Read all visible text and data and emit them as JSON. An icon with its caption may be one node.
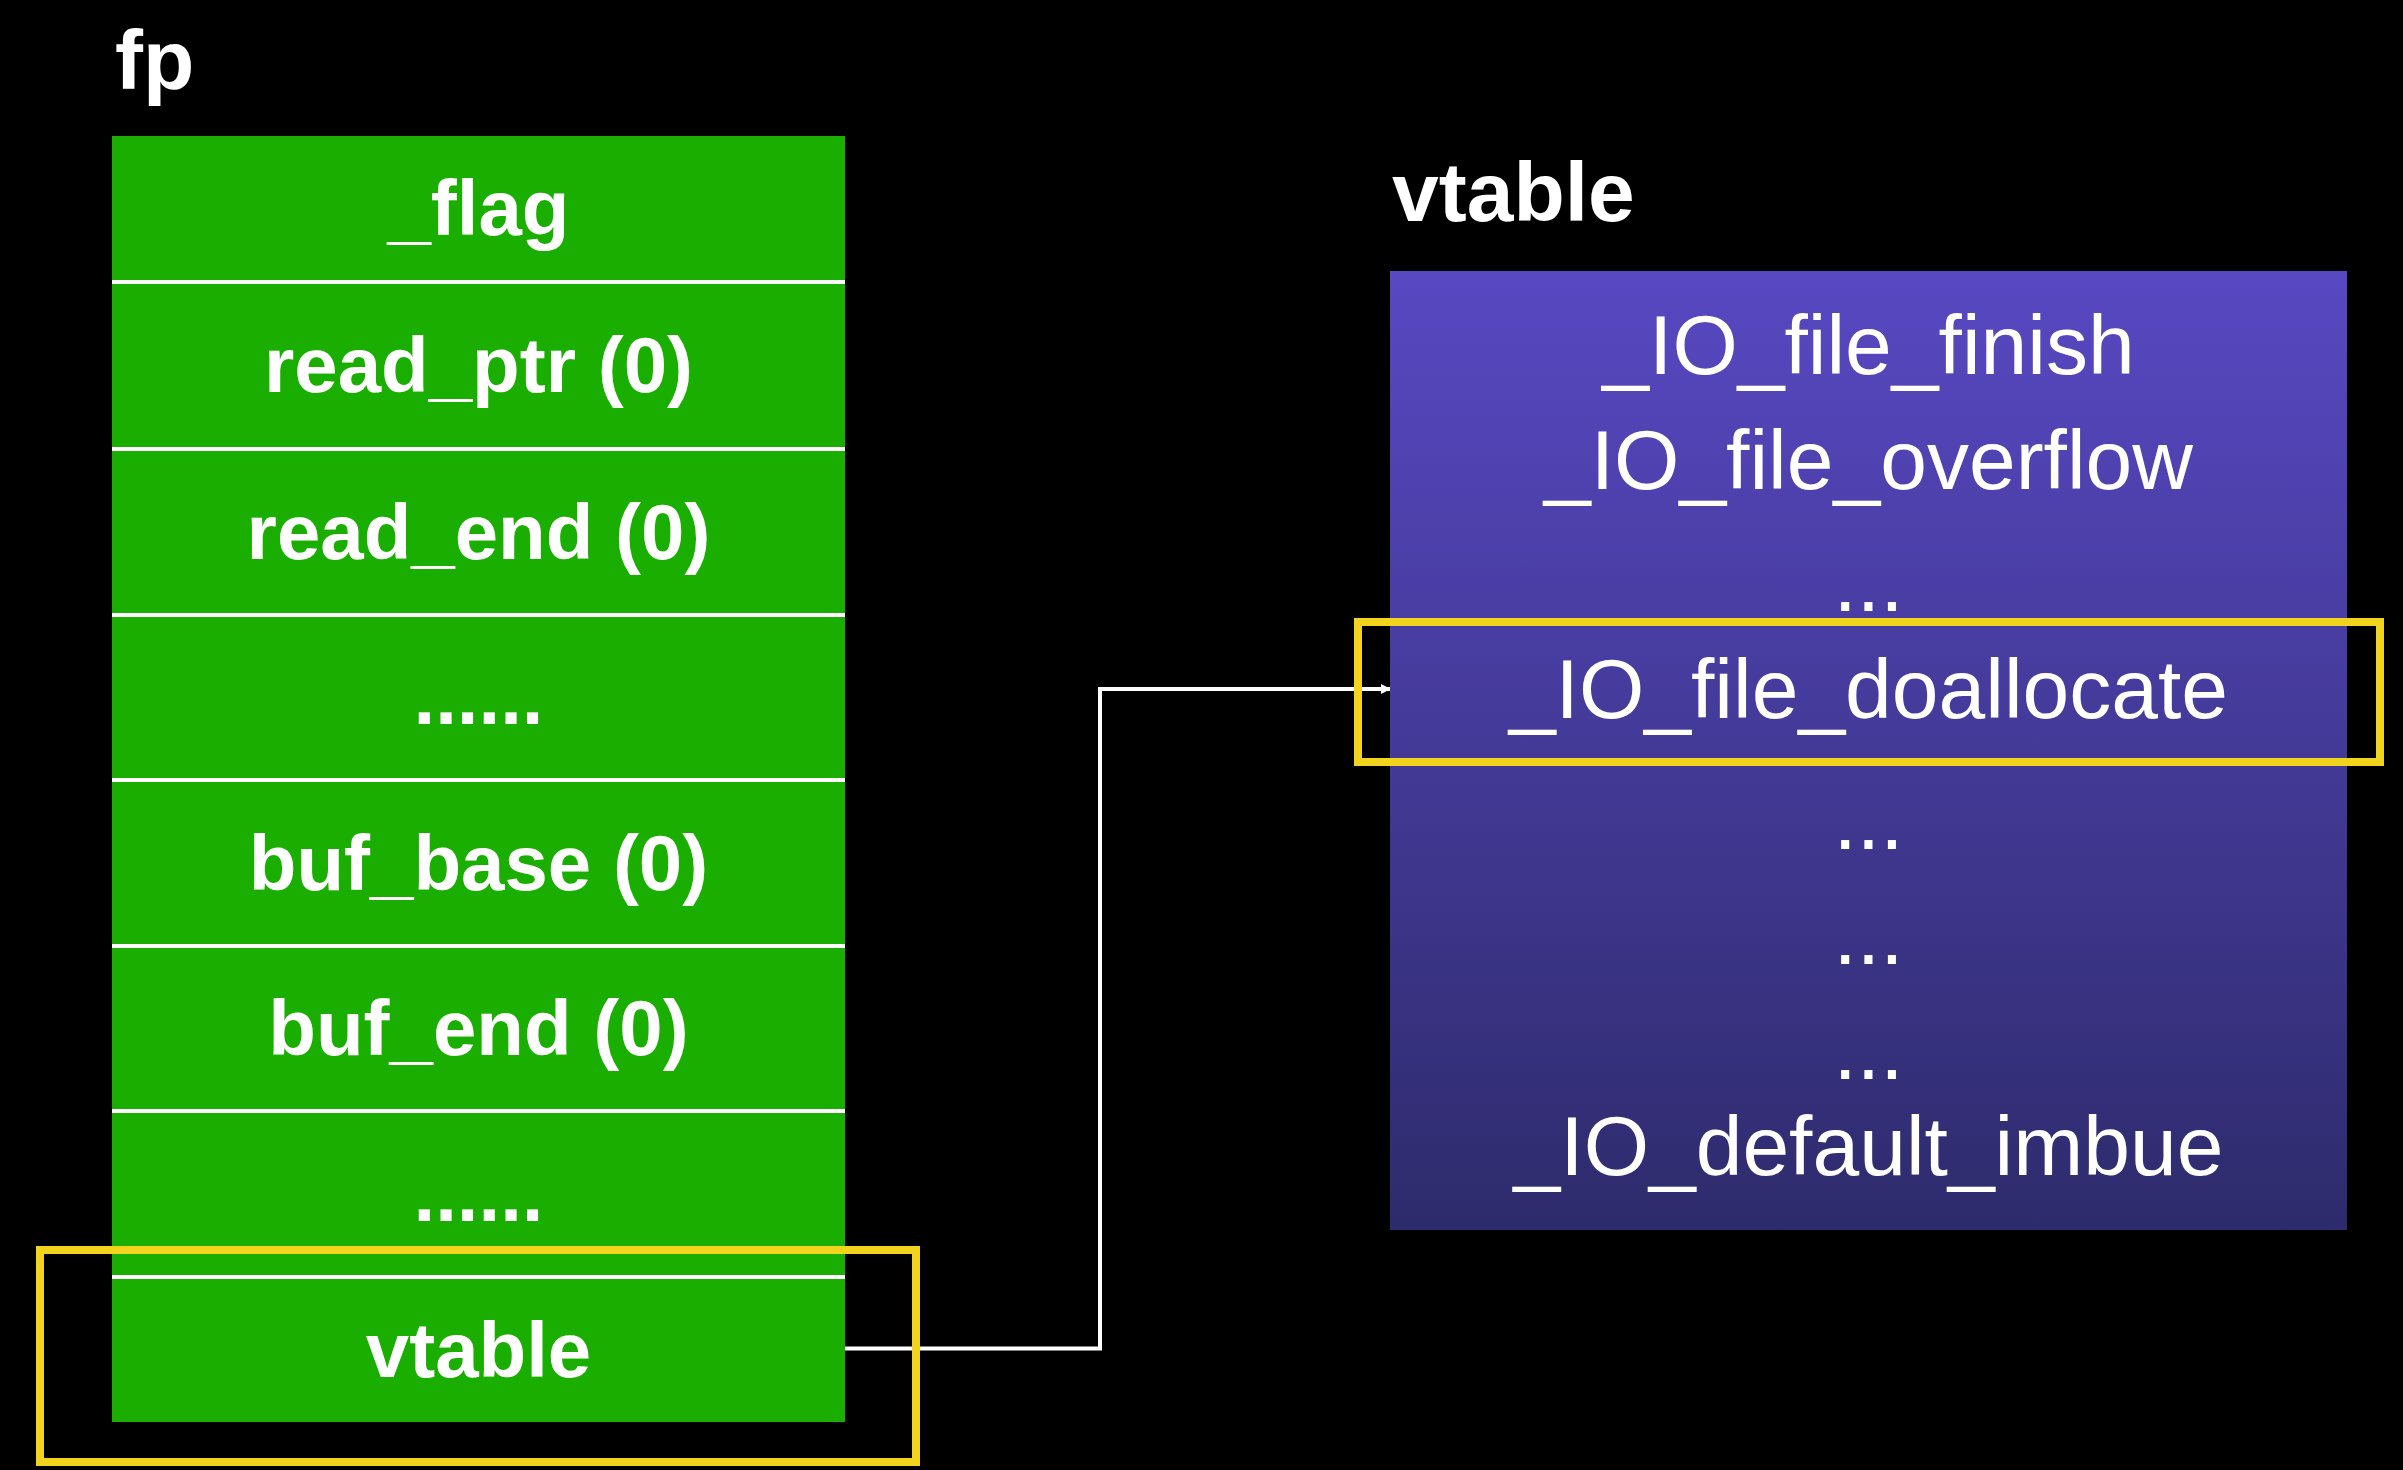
{
  "diagram": {
    "nodes": [
      {
        "text": [
          "fp"
        ]
      },
      {
        "text": [
          "_flag"
        ],
        "in": 0
      },
      {
        "text": [
          "read_ptr (0)"
        ],
        "in": 0
      },
      {
        "text": [
          "read_end (0)"
        ],
        "in": 0
      },
      {
        "text": [
          "......"
        ],
        "in": 0
      },
      {
        "text": [
          "buf_base (0)"
        ],
        "in": 0
      },
      {
        "text": [
          "buf_end (0)"
        ],
        "in": 0
      },
      {
        "text": [
          "......"
        ],
        "in": 0
      },
      {
        "text": [
          "vtable"
        ],
        "in": 0
      },
      {
        "text": [
          "vtable"
        ]
      },
      {
        "text": [
          "_IO_file_finish"
        ],
        "in": 9
      },
      {
        "text": [
          "_IO_file_overflow"
        ],
        "in": 9
      },
      {
        "text": [
          "..."
        ],
        "in": 9
      },
      {
        "text": [
          "_IO_file_doallocate"
        ],
        "in": 9
      },
      {
        "text": [
          "..."
        ],
        "in": 9
      },
      {
        "text": [
          "..."
        ],
        "in": 9
      },
      {
        "text": [
          "..."
        ],
        "in": 9
      },
      {
        "text": [
          "_IO_default_imbue"
        ],
        "in": 9
      }
    ],
    "edges": [
      {
        "from": 8,
        "to": 13,
        "arrow": "to"
      }
    ]
  }
}
